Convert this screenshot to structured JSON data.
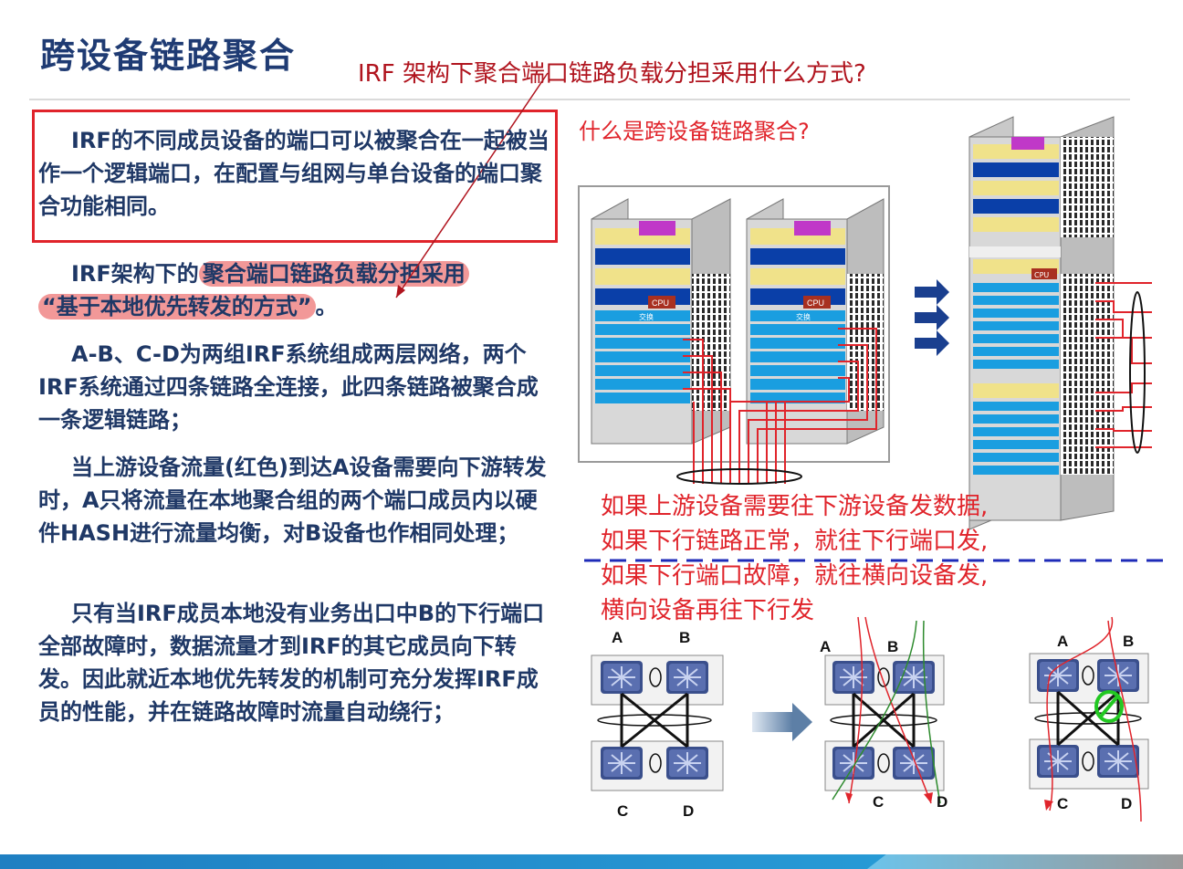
{
  "slide": {
    "title": "跨设备链路聚合",
    "question_top": "IRF 架构下聚合端口链路负载分担采用什么方式?",
    "question_side": "什么是跨设备链路聚合?"
  },
  "paragraphs": {
    "p1": "IRF的不同成员设备的端口可以被聚合在一起被当作一个逻辑端口，在配置与组网与单台设备的端口聚合功能相同。",
    "p2_pre": "IRF架构下的",
    "p2_hl1": "聚合端口链路负载分担采用",
    "p2_hl2": "“基于本地优先转发的方式”",
    "p2_post": "。",
    "p3": "A-B、C-D为两组IRF系统组成两层网络，两个IRF系统通过四条链路全连接，此四条链路被聚合成一条逻辑链路；",
    "p4": "当上游设备流量(红色)到达A设备需要向下游转发时，A只将流量在本地聚合组的两个端口成员内以硬件HASH进行流量均衡，对B设备也作相同处理；",
    "p5": "只有当IRF成员本地没有业务出口中B的下行端口全部故障时，数据流量才到IRF的其它成员向下转发。因此就近本地优先转发的机制可充分发挥IRF成员的性能，并在链路故障时流量自动绕行；"
  },
  "annotation": {
    "lines": [
      "如果上游设备需要往下游设备发数据,",
      "如果下行链路正常，就往下行端口发,",
      "如果下行端口故障，就往横向设备发,",
      "横向设备再往下行发"
    ]
  },
  "chassis_labels": {
    "cpu": "CPU",
    "card": "交换"
  },
  "topology": {
    "labels": [
      "A",
      "B",
      "C",
      "D"
    ]
  },
  "colors": {
    "title": "#1f3b73",
    "body_text": "#1f3866",
    "red": "#e0242b",
    "highlight": "#f29898",
    "divider": "#1e2bb8",
    "bar": "#1f7fc2"
  }
}
